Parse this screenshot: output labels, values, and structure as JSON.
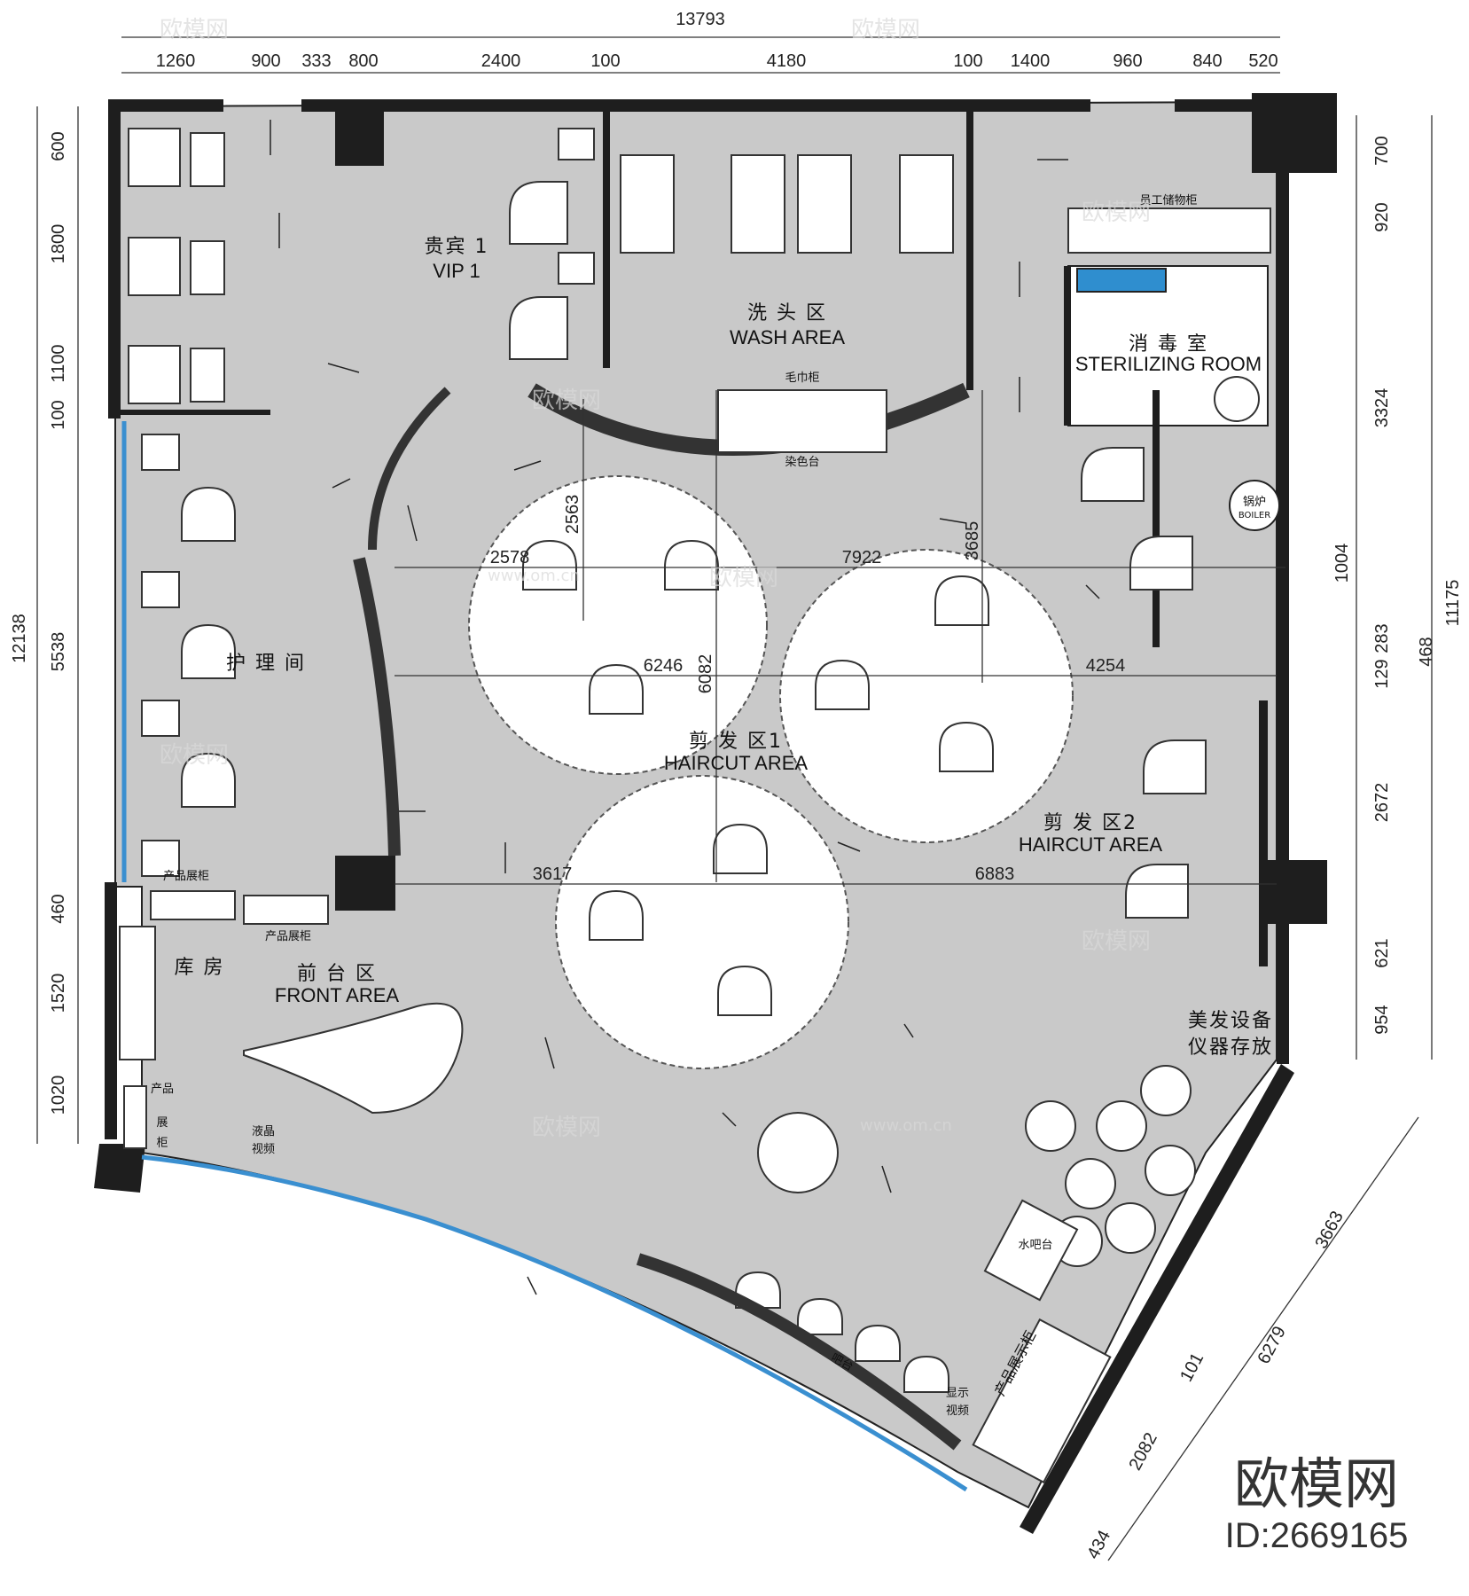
{
  "top_dims": [
    "1260",
    "900",
    "333",
    "800",
    "2400",
    "100",
    "4180",
    "100",
    "1400",
    "960",
    "840",
    "520"
  ],
  "overall_width": "13793",
  "left_dims": [
    "600",
    "1800",
    "1100",
    "100",
    "5538",
    "460",
    "1520",
    "1020"
  ],
  "left_total": "12138",
  "right_dims": [
    "700",
    "920",
    "3324",
    "1004",
    "283",
    "129",
    "2672",
    "621",
    "954"
  ],
  "right_extra": [
    "468",
    "11175"
  ],
  "diag_dims": [
    "3663",
    "6279",
    "101",
    "2082",
    "434"
  ],
  "interior_dims": [
    "2578",
    "2563",
    "7922",
    "3685",
    "6246",
    "6082",
    "4254",
    "3617",
    "6883"
  ],
  "rooms": {
    "vip_cn": "贵宾 1",
    "vip_en": "VIP 1",
    "wash_cn": "洗 头 区",
    "wash_en": "WASH AREA",
    "sterilize_cn": "消 毒 室",
    "sterilize_en": "STERILIZING ROOM",
    "care_cn": "护 理 间",
    "haircut1_cn": "剪 发 区1",
    "haircut1_en": "HAIRCUT AREA",
    "haircut2_cn": "剪 发 区2",
    "haircut2_en": "HAIRCUT AREA",
    "storage_cn": "库 房",
    "front_cn": "前 台 区",
    "front_en": "FRONT AREA",
    "equipment_cn_1": "美发设备",
    "equipment_cn_2": "仪器存放"
  },
  "fixtures": {
    "staff_locker": "员工储物柜",
    "towel_cabinet": "毛巾柜",
    "dye_table": "染色台",
    "boiler_cn": "锅炉",
    "boiler_en": "BOILER",
    "product_cabinet_1": "产品展柜",
    "product_cabinet_2": "产品展柜",
    "product_cabinet_v1": "产品",
    "product_cabinet_v2": "展",
    "product_cabinet_v3": "柜",
    "lcd_1": "液晶",
    "lcd_2": "视频",
    "water_bar": "水吧台",
    "bar": "吧台",
    "display_1": "显示",
    "display_2": "视频",
    "retail_cabinet": "产品展示柜"
  },
  "watermark": {
    "brand": "欧模网",
    "url": "www.om.cn",
    "id": "ID:2669165"
  },
  "colors": {
    "floor": "#c9c9c9",
    "wall": "#1e1e1e",
    "glass": "#3a8fd0"
  }
}
